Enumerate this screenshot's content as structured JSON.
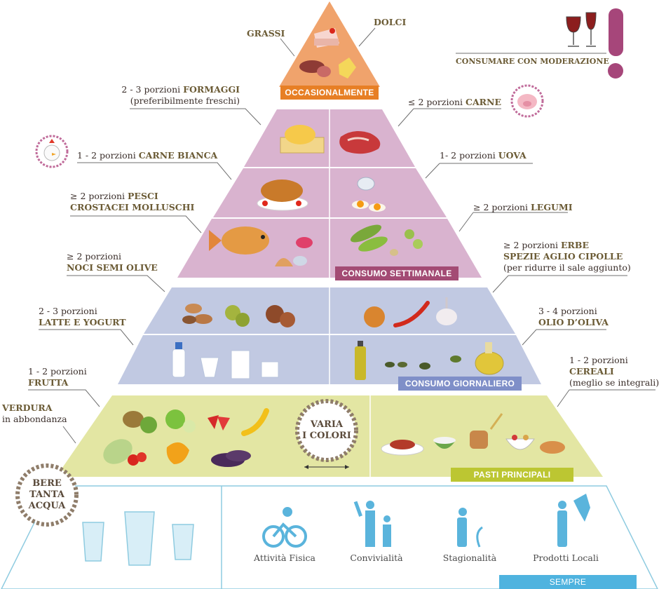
{
  "top": {
    "grassi": "GRASSI",
    "dolci": "DOLCI",
    "occasionalmente": "OCCASIONALMENTE",
    "moderazione": "CONSUMARE CON MODERAZIONE"
  },
  "weekly": {
    "formaggi_pre": "2 - 3 porzioni ",
    "formaggi_bold": "FORMAGGI",
    "formaggi_note": "(preferibilmente freschi)",
    "carne_pre": "≤ 2 porzioni ",
    "carne_bold": "CARNE",
    "carne_bianca_pre": "1 - 2  porzioni ",
    "carne_bianca_bold": "CARNE BIANCA",
    "uova_pre": "1- 2  porzioni ",
    "uova_bold": "UOVA",
    "pesci_pre": "≥ 2 porzioni ",
    "pesci_bold1": "PESCI",
    "pesci_bold2": "CROSTACEI MOLLUSCHI",
    "legumi_pre": "≥ 2 porzioni ",
    "legumi_bold": "LEGUMI",
    "badge": "CONSUMO SETTIMANALE"
  },
  "daily": {
    "noci_pre": "≥ 2 porzioni",
    "noci_bold": "NOCI SEMI OLIVE",
    "erbe_pre": "≥ 2 porzioni ",
    "erbe_bold1": "ERBE",
    "erbe_bold2": "SPEZIE AGLIO CIPOLLE",
    "erbe_note": "(per ridurre il sale aggiunto)",
    "latte_pre": "2 - 3 porzioni",
    "latte_bold": "LATTE E YOGURT",
    "olio_pre": "3 - 4 porzioni",
    "olio_bold": "OLIO D’OLIVA",
    "badge": "CONSUMO GIORNALIERO"
  },
  "main": {
    "frutta_pre": "1 - 2 porzioni",
    "frutta_bold": "FRUTTA",
    "verdura_bold": "VERDURA",
    "verdura_note": "in abbondanza",
    "cereali_pre": "1 - 2 porzioni",
    "cereali_bold": "CEREALI",
    "cereali_note": "(meglio se integrali)",
    "varia_1": "VARIA",
    "varia_2": "I COLORI",
    "badge": "PASTI PRINCIPALI"
  },
  "base": {
    "bere_1": "BERE",
    "bere_2": "TANTA",
    "bere_3": "ACQUA",
    "attivita": "Attività Fisica",
    "convivialita": "Convivialità",
    "stagionalita": "Stagionalità",
    "prodotti": "Prodotti Locali",
    "badge": "SEMPRE"
  },
  "colors": {
    "top": "#f0a36c",
    "weekly": "#d9b3cf",
    "daily": "#c1c9e2",
    "main": "#e3e6a3",
    "base_border": "#8ecbe0",
    "badge_orange": "#e77f25",
    "badge_purple": "#a34b74",
    "badge_blue": "#7f8fc8",
    "badge_green": "#bcc632",
    "badge_cyan": "#4fb3df"
  }
}
